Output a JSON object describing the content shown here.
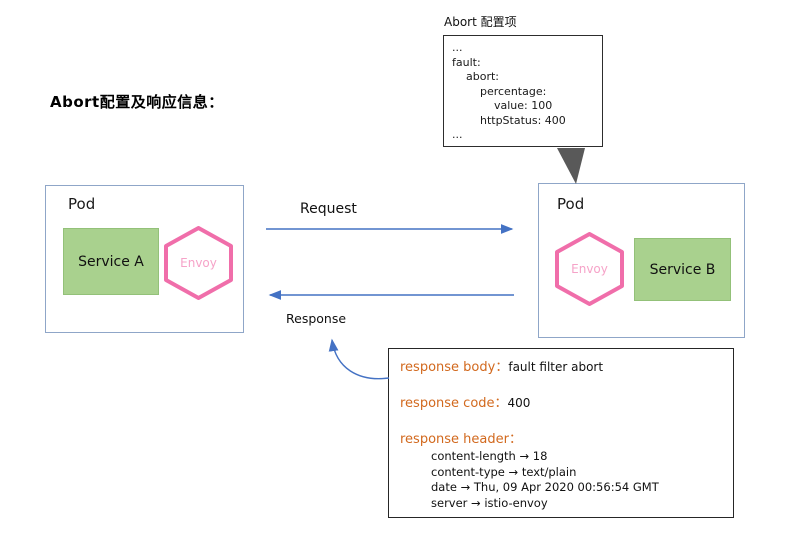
{
  "title": "Abort配置及响应信息：",
  "callout": {
    "label": "Abort 配置项",
    "lines": [
      "...",
      "fault:",
      "    abort:",
      "        percentage:",
      "            value: 100",
      "        httpStatus: 400",
      "..."
    ]
  },
  "pods": {
    "left": {
      "label": "Pod",
      "service": "Service A",
      "proxy": "Envoy"
    },
    "right": {
      "label": "Pod",
      "service": "Service B",
      "proxy": "Envoy"
    }
  },
  "flows": {
    "request": "Request",
    "response": "Response"
  },
  "response_box": {
    "body_label": "response body：",
    "body_value": "fault filter abort",
    "code_label": "response code：",
    "code_value": "400",
    "header_label": "response header：",
    "headers": [
      "content-length → 18",
      "content-type → text/plain",
      "date → Thu, 09 Apr 2020 00:56:54 GMT",
      "server → istio-envoy"
    ]
  },
  "colors": {
    "accent_blue": "#4472c4",
    "service_green": "#a9d18e",
    "envoy_pink": "#f06eaa",
    "label_orange": "#d2691e"
  }
}
